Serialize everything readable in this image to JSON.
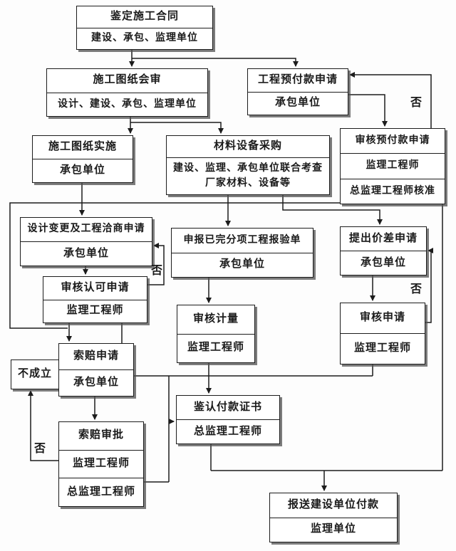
{
  "diagram": {
    "type": "flowchart",
    "subject": "construction-supervision-payment-workflow"
  },
  "colors": {
    "background": "#fdfdfd",
    "box_fill": "#ffffff",
    "box_border": "#1c1c1c",
    "line": "#1c1c1c",
    "text": "#1a1a1a"
  },
  "labels": {
    "no": "否"
  },
  "nodes": [
    {
      "id": "appraise-contract",
      "rows": [
        "鉴定施工合同",
        "建设、承包、监理单位"
      ]
    },
    {
      "id": "drawing-review",
      "rows": [
        "施工图纸会审",
        "设计、建设、承包、监理单位"
      ]
    },
    {
      "id": "advance-payment-apply",
      "rows": [
        "工程预付款申请",
        "承包单位"
      ]
    },
    {
      "id": "drawing-implementation",
      "rows": [
        "施工图纸实施",
        "承包单位"
      ]
    },
    {
      "id": "material-procurement",
      "rows": [
        "材料设备采购",
        "建设、监理、承包单位联合考查厂家材料、设备等"
      ]
    },
    {
      "id": "review-advance-payment",
      "rows": [
        "审核预付款申请",
        "监理工程师",
        "总监理工程师核准"
      ]
    },
    {
      "id": "design-change-apply",
      "rows": [
        "设计变更及工程洽商申请",
        "承包单位"
      ]
    },
    {
      "id": "completed-item-report",
      "rows": [
        "申报已完分项工程报验单",
        "承包单位"
      ]
    },
    {
      "id": "price-difference-apply",
      "rows": [
        "提出价差申请",
        "承包单位"
      ]
    },
    {
      "id": "review-approve-apply",
      "rows": [
        "审核认可申请",
        "监理工程师"
      ]
    },
    {
      "id": "review-measurement",
      "rows": [
        "审核计量",
        "监理工程师"
      ]
    },
    {
      "id": "review-application",
      "rows": [
        "审核申请",
        "监理工程师"
      ]
    },
    {
      "id": "not-established",
      "rows": [
        "不成立"
      ]
    },
    {
      "id": "claim-application",
      "rows": [
        "索赔申请",
        "承包单位"
      ]
    },
    {
      "id": "claim-approval",
      "rows": [
        "索赔审批",
        "监理工程师",
        "总监理工程师"
      ]
    },
    {
      "id": "payment-certificate",
      "rows": [
        "鉴认付款证书",
        "总监理工程师"
      ]
    },
    {
      "id": "submit-owner-payment",
      "rows": [
        "报送建设单位付款",
        "监理单位"
      ]
    }
  ]
}
